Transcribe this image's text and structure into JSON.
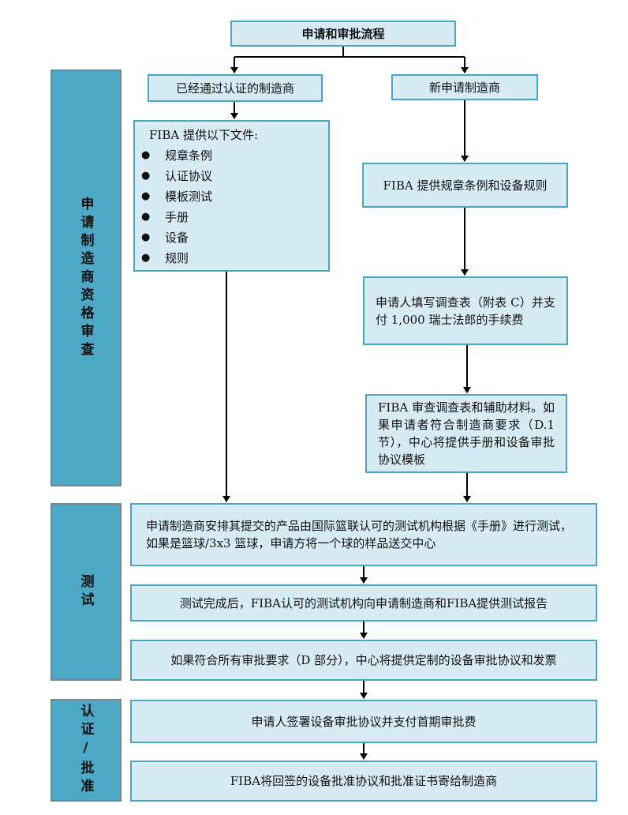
{
  "title": "申请和审批流程",
  "branches": {
    "certified": "已经通过认证的制造商",
    "new": "新申请制造商"
  },
  "docs": {
    "title": "FIBA 提供以下文件:",
    "items": [
      "规章条例",
      "认证协议",
      "模板测试",
      "手册",
      "设备",
      "规则"
    ]
  },
  "steps": {
    "provide_rules": "FIBA 提供规章条例和设备规则",
    "fill_form": "申请人填写调查表（附表 C）并支付 1,000 瑞士法郎的手续费",
    "review": "FIBA 审查调查表和辅助材料。如果申请者符合制造商要求（D.1 节），中心将提供手册和设备审批协议模板",
    "testing": "申请制造商安排其提交的产品由国际篮联认可的测试机构根据《手册》进行测试，如果是篮球/3x3 篮球，申请方将一个球的样品送交中心",
    "report": "测试完成后，FIBA认可的测试机构向申请制造商和FIBA提供测试报告",
    "agreement": "如果符合所有审批要求（D 部分），中心将提供定制的设备审批协议和发票",
    "sign": "申请人签署设备审批协议并支付首期审批费",
    "return": "FIBA将回签的设备批准协议和批准证书寄给制造商"
  },
  "phases": {
    "qualification": "申请制造商资格审查",
    "testing": "测试",
    "approval": "认证/批准"
  },
  "colors": {
    "box_fill": "#d7ebf5",
    "box_border": "#4aa5c3",
    "side_fill": "#4da8c6",
    "arrow": "#000000"
  }
}
